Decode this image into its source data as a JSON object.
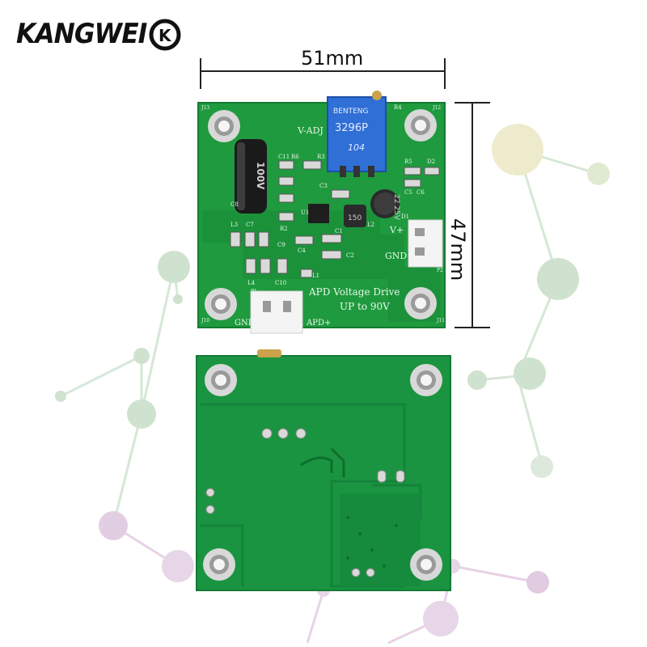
{
  "brand": {
    "name": "KANGWEI",
    "badge_text": "K"
  },
  "dimensions": {
    "width_label": "51mm",
    "height_label": "47mm"
  },
  "board_front": {
    "title_line1": "APD Voltage Drive",
    "title_line2": "UP to 90V",
    "pot_brand": "BENTENG",
    "pot_model": "3296P",
    "pot_code": "104",
    "capacitor_label": "100V",
    "cap2_label": "22 25V",
    "labels": {
      "v_adj": "V-ADJ",
      "v_plus": "V+",
      "gnd_right": "GND",
      "gnd_left": "GND",
      "apd_plus": "APD+",
      "j13": "J13",
      "j12": "J12",
      "j10": "J10",
      "j11": "J11",
      "r4": "R4",
      "r5": "R5",
      "d2": "D2",
      "c11": "C11",
      "r6": "R6",
      "r3": "R3",
      "l3": "L3",
      "l4": "L4",
      "c7": "C7",
      "c9": "C9",
      "c10": "C10",
      "c3": "C3",
      "c4": "C4",
      "c2": "C2",
      "l1": "L1",
      "l2": "L2",
      "r2": "R2",
      "p1": "P1",
      "p2": "P2",
      "d1": "D1",
      "c8": "C8",
      "c1": "C1",
      "c5": "C5",
      "c6": "C6",
      "u1": "U1"
    }
  },
  "colors": {
    "pcb_green": "#1f9a3e",
    "pcb_dark": "#15863a",
    "trim_blue": "#2f6fd6",
    "molecule_green": "#b7d6b9",
    "molecule_pink": "#d9b9d9",
    "molecule_yellow": "#e8e3b0"
  }
}
